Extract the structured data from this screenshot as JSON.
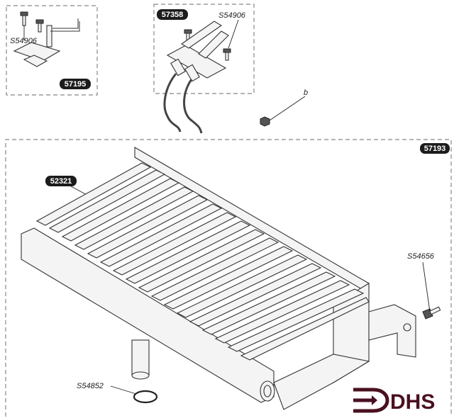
{
  "badges": {
    "part_57195": "57195",
    "part_57358": "57358",
    "part_57193": "57193",
    "part_52321": "52321"
  },
  "labels": {
    "screw_left_box": "S54906",
    "screw_mid_box": "S54906",
    "nut_b": "b",
    "screw_bracket": "S54656",
    "seal_ring": "S54852"
  },
  "logo": {
    "text": "DHS",
    "color": "#4a1020"
  }
}
